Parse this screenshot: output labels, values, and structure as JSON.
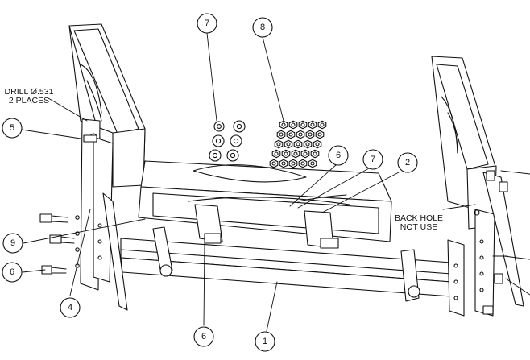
{
  "notes": {
    "drill_line1": "DRILL Ø.531",
    "drill_line2": "2 PLACES",
    "back_hole_line1": "BACK HOLE",
    "back_hole_line2": "NOT USE"
  },
  "callouts": [
    {
      "id": "c7-washers",
      "label": "7"
    },
    {
      "id": "c8-nuts",
      "label": "8"
    },
    {
      "id": "c5",
      "label": "5"
    },
    {
      "id": "c6-center",
      "label": "6"
    },
    {
      "id": "c7-center",
      "label": "7"
    },
    {
      "id": "c2",
      "label": "2"
    },
    {
      "id": "c9",
      "label": "9"
    },
    {
      "id": "c6-left",
      "label": "6"
    },
    {
      "id": "c4",
      "label": "4"
    },
    {
      "id": "c6-bottom",
      "label": "6"
    },
    {
      "id": "c1",
      "label": "1"
    }
  ]
}
